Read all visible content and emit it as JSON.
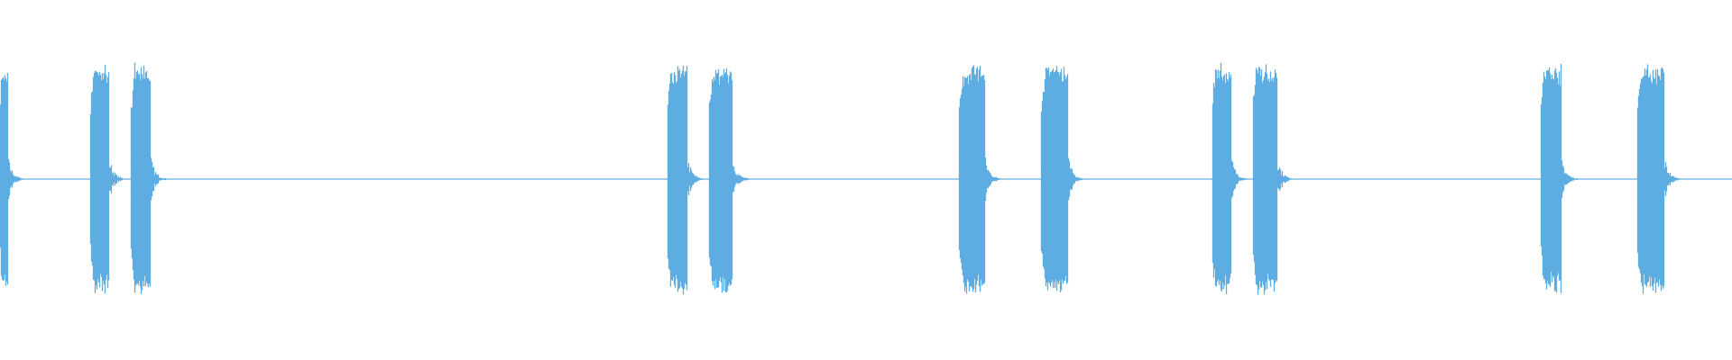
{
  "waveform": {
    "color": "#5dade2",
    "background": "#ffffff",
    "baseline_amplitude": 0.004,
    "clips": [
      {
        "start": 0.0,
        "end": 0.004,
        "peak": 0.95
      },
      {
        "start": 0.0525,
        "end": 0.062,
        "peak": 1.0
      },
      {
        "start": 0.076,
        "end": 0.086,
        "peak": 1.0
      },
      {
        "start": 0.3855,
        "end": 0.396,
        "peak": 1.0
      },
      {
        "start": 0.4095,
        "end": 0.422,
        "peak": 1.0
      },
      {
        "start": 0.554,
        "end": 0.568,
        "peak": 1.0
      },
      {
        "start": 0.6015,
        "end": 0.616,
        "peak": 1.0
      },
      {
        "start": 0.7,
        "end": 0.71,
        "peak": 1.0
      },
      {
        "start": 0.7235,
        "end": 0.7365,
        "peak": 1.0
      },
      {
        "start": 0.89,
        "end": 0.901,
        "peak": 1.0
      },
      {
        "start": 0.9455,
        "end": 0.96,
        "peak": 1.0
      }
    ]
  }
}
